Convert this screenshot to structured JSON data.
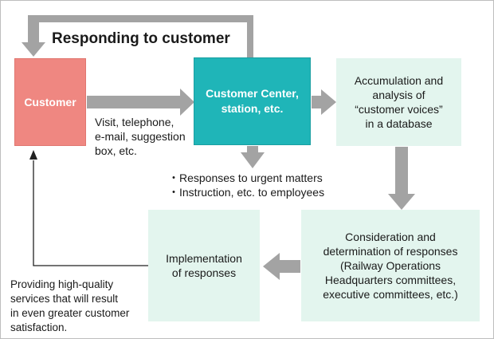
{
  "title": "Responding to customer",
  "nodes": {
    "customer": "Customer",
    "customer_center": "Customer Center,\nstation, etc.",
    "database": "Accumulation and\nanalysis of\n“customer voices”\nin a database",
    "consideration": "Consideration and\ndetermination of responses\n(Railway Operations\nHeadquarters committees,\nexecutive committees, etc.)",
    "implementation": "Implementation\nof responses"
  },
  "labels": {
    "channels": "Visit, telephone,\ne-mail, suggestion\nbox, etc.",
    "urgent_actions": "・Responses to urgent matters\n・Instruction, etc. to employees",
    "result": "Providing high-quality\nservices that will result\nin even greater customer\nsatisfaction."
  },
  "colors": {
    "customer": "#ef8781",
    "customer_center": "#1fb5b8",
    "process_box": "#e3f5ee",
    "arrow": "#a3a3a3"
  }
}
